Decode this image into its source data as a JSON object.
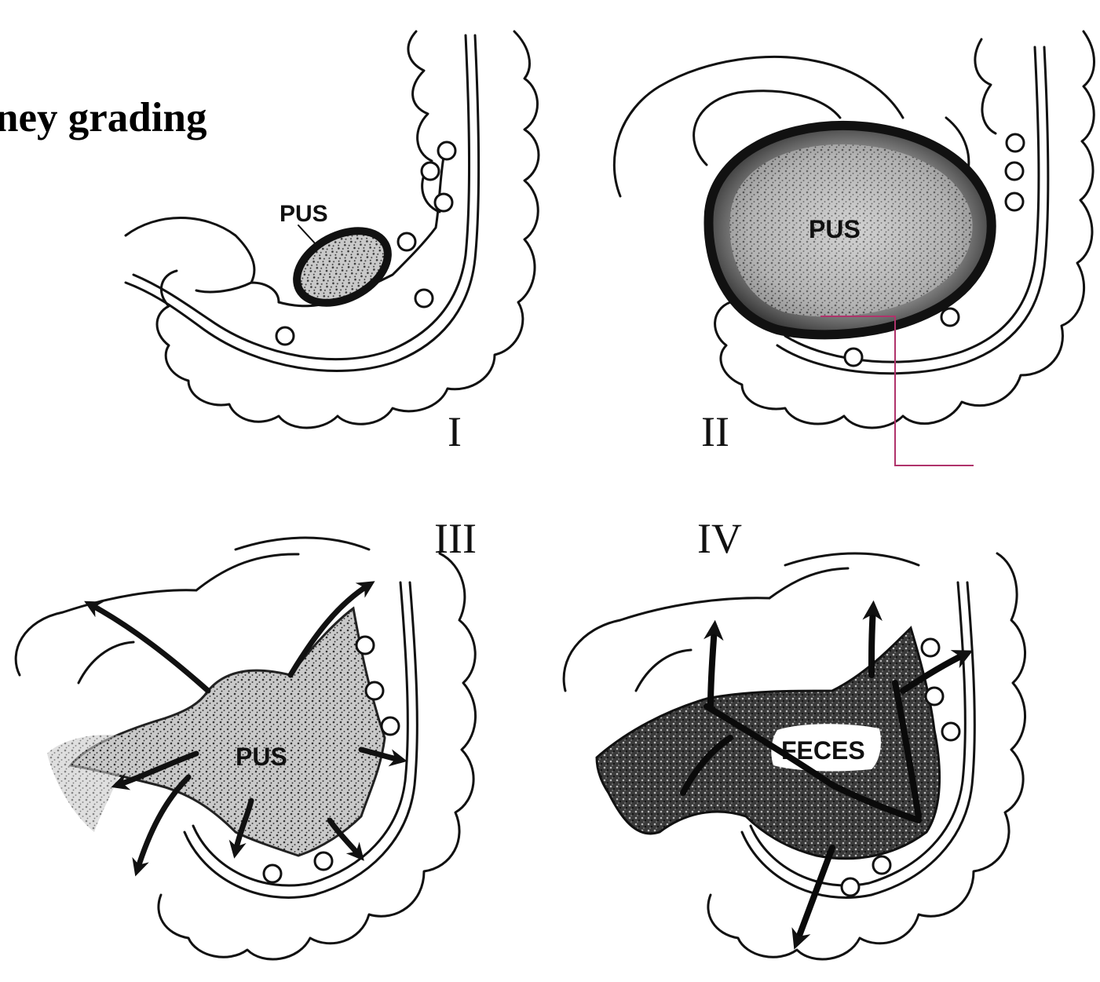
{
  "title": "ney grading",
  "panels": [
    {
      "stage": "I",
      "label": "PUS"
    },
    {
      "stage": "II",
      "label": "PUS"
    },
    {
      "stage": "III",
      "label": "PUS"
    },
    {
      "stage": "IV",
      "label": "FECES"
    }
  ],
  "colors": {
    "ink": "#111111",
    "leader": "#b0336b",
    "background": "#ffffff"
  }
}
